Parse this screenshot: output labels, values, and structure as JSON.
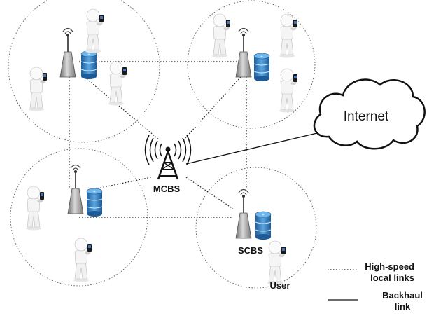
{
  "labels": {
    "macro_station": "MCBS",
    "small_station": "SCBS",
    "user": "User",
    "internet": "Internet"
  },
  "legend": {
    "dotted_line1": "High-speed",
    "dotted_line2": "local links",
    "solid_line1": "Backhaul",
    "solid_line2": "link"
  },
  "icons": [
    "base-station-icon",
    "database-icon",
    "user-phone-icon",
    "antenna-tower-icon",
    "cloud-icon"
  ],
  "colors": {
    "database": "#3a86c8",
    "station": "#8c8c8c",
    "lines": "#222222"
  }
}
